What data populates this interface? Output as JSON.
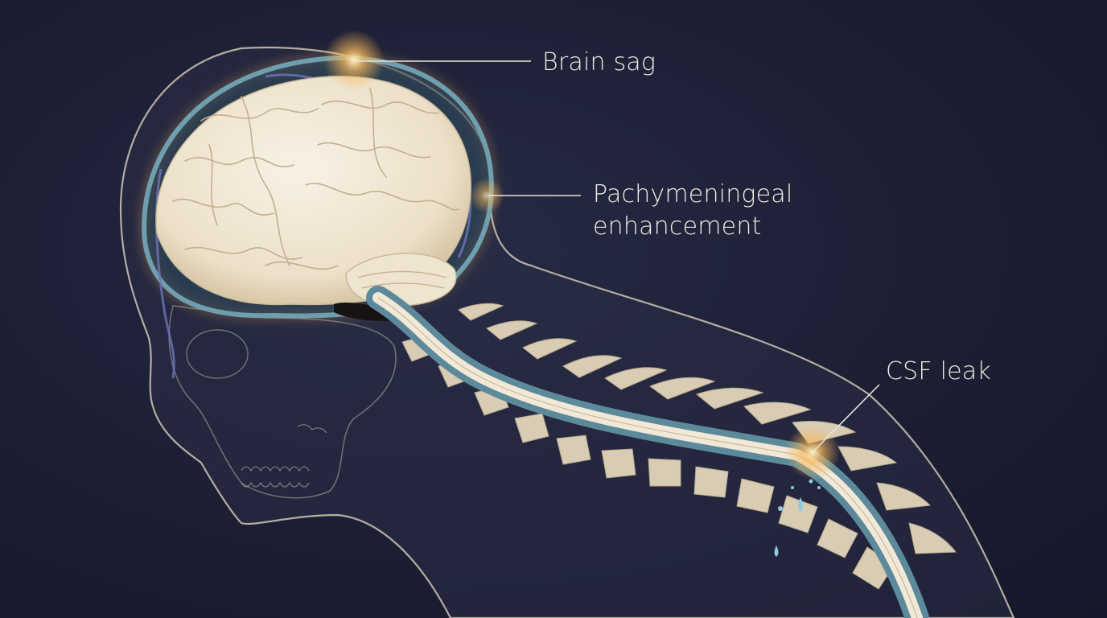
{
  "labels": {
    "brain_sag": "Brain sag",
    "pachymeningeal_line1": "Pachymeningeal",
    "pachymeningeal_line2": "enhancement",
    "csf_leak": "CSF leak"
  },
  "colors": {
    "background": "#1b1d30",
    "outline": "#cfc6b4",
    "brain": "#f1e8d8",
    "meninges": "#5d8a9a",
    "glow": "#f7b85a",
    "bone": "#d8ccb4",
    "csf_drop": "#8fc9e0",
    "vein": "#6f74b8"
  }
}
